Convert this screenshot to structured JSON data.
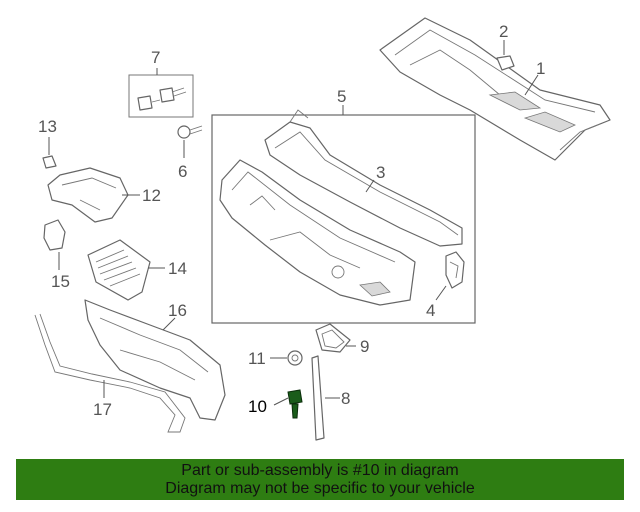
{
  "callouts": {
    "c1": "1",
    "c2": "2",
    "c3": "3",
    "c4": "4",
    "c5": "5",
    "c6": "6",
    "c7": "7",
    "c8": "8",
    "c9": "9",
    "c10": "10",
    "c11": "11",
    "c12": "12",
    "c13": "13",
    "c14": "14",
    "c15": "15",
    "c16": "16",
    "c17": "17"
  },
  "highlighted_part": "10",
  "colors": {
    "banner": "#2e7d12",
    "highlight_part": "#1a5c1a",
    "line_art": "#666666"
  },
  "banner": {
    "line1": "Part or sub-assembly is #10 in diagram",
    "line2": "Diagram may not be specific to your vehicle"
  }
}
